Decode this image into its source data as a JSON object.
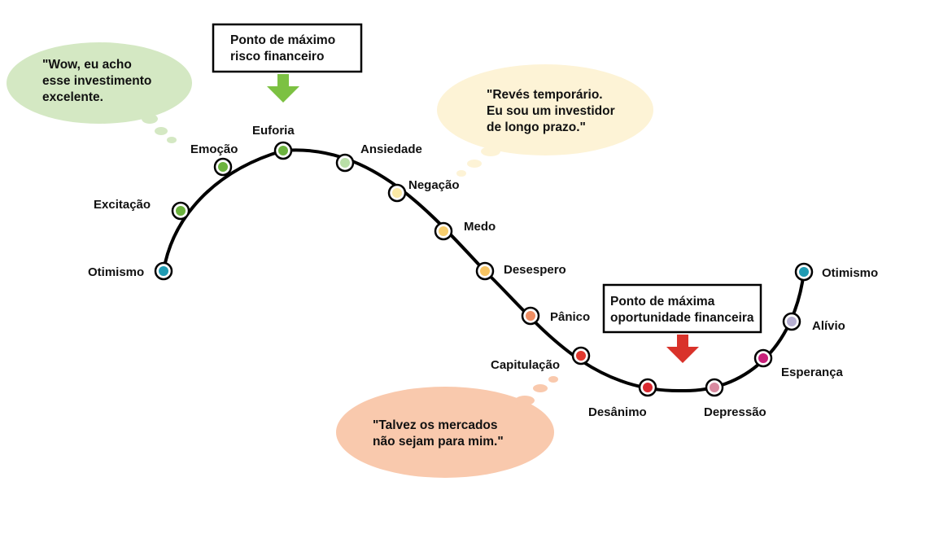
{
  "stages": [
    {
      "label": "Otimismo",
      "color": "#1f9bb3"
    },
    {
      "label": "Excitação",
      "color": "#6cb33e"
    },
    {
      "label": "Emoção",
      "color": "#6cb33e"
    },
    {
      "label": "Euforia",
      "color": "#6cb33e"
    },
    {
      "label": "Ansiedade",
      "color": "#b9dfa7"
    },
    {
      "label": "Negação",
      "color": "#fbe9a6"
    },
    {
      "label": "Medo",
      "color": "#f7ce6e"
    },
    {
      "label": "Desespero",
      "color": "#f7c462"
    },
    {
      "label": "Pânico",
      "color": "#ef8e63"
    },
    {
      "label": "Capitulação",
      "color": "#e0382e"
    },
    {
      "label": "Desânimo",
      "color": "#d9282f"
    },
    {
      "label": "Depressão",
      "color": "#d98aa0"
    },
    {
      "label": "Esperança",
      "color": "#c8207a"
    },
    {
      "label": "Alívio",
      "color": "#b7b0d2"
    },
    {
      "label": "Otimismo",
      "color": "#1f9bb3"
    }
  ],
  "callouts": {
    "max_risk": {
      "lines": [
        "Ponto de máximo",
        "risco financeiro"
      ],
      "arrow_color": "#7cc142"
    },
    "max_opportunity": {
      "lines": [
        "Ponto de máxima",
        "oportunidade financeira"
      ],
      "arrow_color": "#d9322a"
    }
  },
  "thoughts": {
    "euphoria": {
      "lines": [
        "\"Wow, eu acho",
        "esse investimento",
        "excelente."
      ],
      "color": "#d4e8c3"
    },
    "denial": {
      "lines": [
        "\"Revés temporário.",
        "Eu sou um investidor",
        "de longo prazo.\""
      ],
      "color": "#fdf3d6"
    },
    "capitulation": {
      "lines": [
        "\"Talvez os mercados",
        "não sejam para mim.\""
      ],
      "color": "#f9c9ad"
    }
  }
}
